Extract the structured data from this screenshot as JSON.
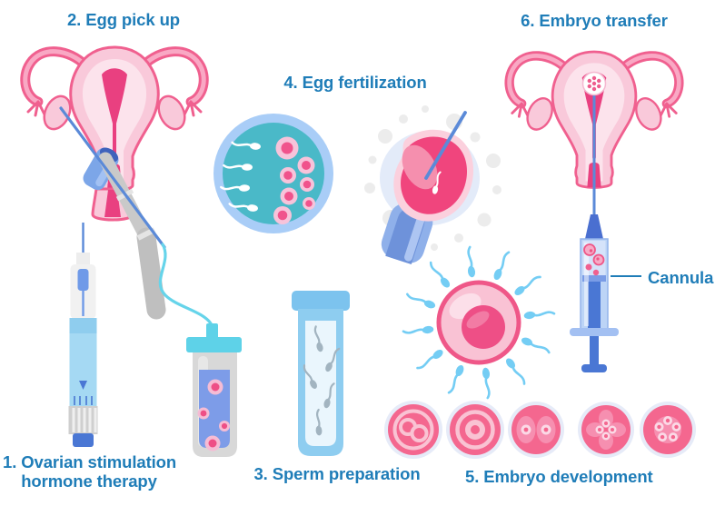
{
  "steps": [
    {
      "order": 1,
      "label_line1": "1. Ovarian stimulation",
      "label_line2": "hormone therapy"
    },
    {
      "order": 2,
      "label": "2. Egg pick up"
    },
    {
      "order": 3,
      "label": "3. Sperm preparation"
    },
    {
      "order": 4,
      "label": "4. Egg fertilization"
    },
    {
      "order": 5,
      "label": "5. Embryo development"
    },
    {
      "order": 6,
      "label": "6. Embryo transfer"
    }
  ],
  "annotations": {
    "cannula": "Cannula"
  },
  "colors": {
    "label_text": "#1f7db8",
    "pink_outline": "#f0608f",
    "pink_light": "#f9c9da",
    "pink_pale": "#fce3ec",
    "cavity_magenta": "#e94080",
    "dish_teal": "#4ab9c8",
    "dish_rim_blue": "#a9cdf7",
    "sperm_blue": "#74cdf4",
    "needle_blue": "#5b8ad8",
    "syringe_body_blue": "#bcd4f6",
    "plunger_blue": "#4a77d4",
    "tube_cyan": "#5ed2e8",
    "probe_gray": "#c9c9c9",
    "egg_deep_pink": "#ee4f86"
  }
}
